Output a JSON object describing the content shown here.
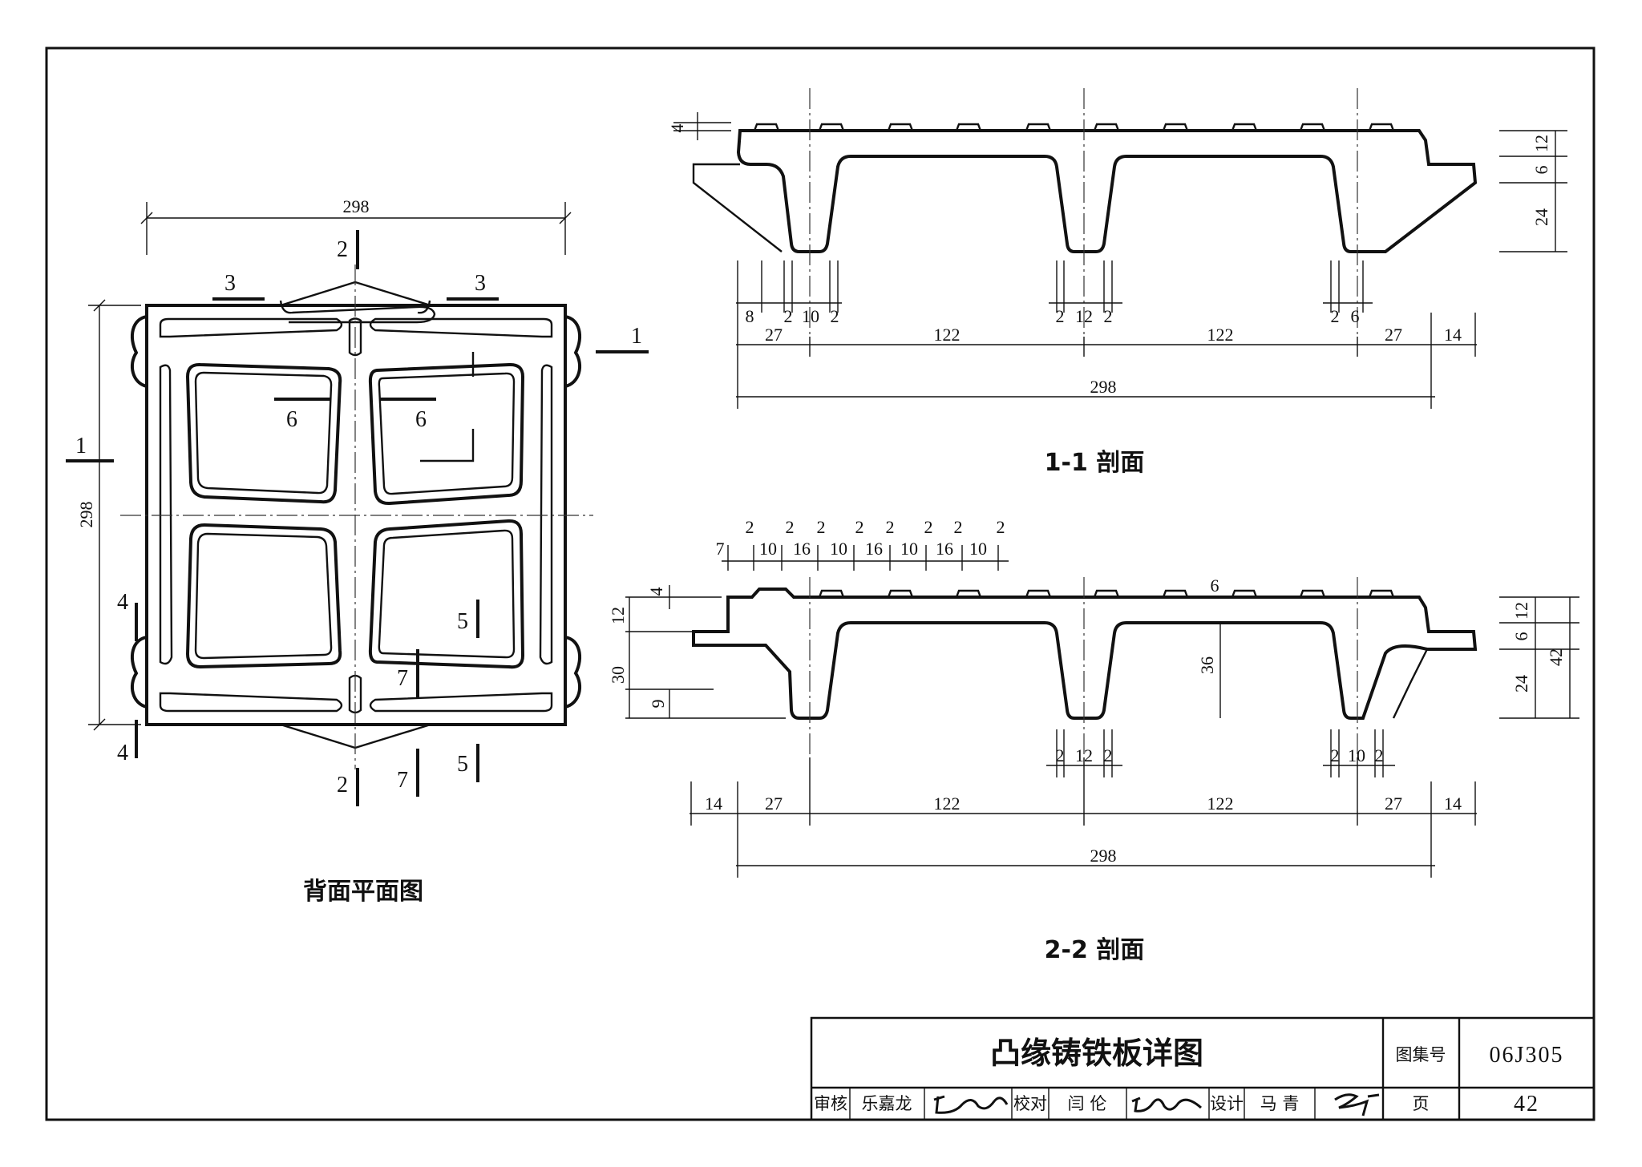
{
  "sheet": {
    "title": "凸缘铸铁板详图",
    "atlas_label": "图集号",
    "atlas_no": "06J305",
    "page_label": "页",
    "page_no": "42",
    "review_label": "审核",
    "reviewer": "乐嘉龙",
    "check_label": "校对",
    "checker": "闫 伦",
    "design_label": "设计",
    "designer": "马 青"
  },
  "plan": {
    "caption": "背面平面图",
    "dim_width": "298",
    "dim_height": "298",
    "cut_labels": [
      "1",
      "1",
      "2",
      "2",
      "3",
      "3",
      "4",
      "4",
      "5",
      "5",
      "6",
      "6",
      "7",
      "7"
    ]
  },
  "section_1": {
    "caption": "1-1 剖面",
    "dims_row1": [
      "8",
      "2",
      "10",
      "2",
      "2",
      "12",
      "2",
      "2",
      "6"
    ],
    "dims_row2": [
      "27",
      "122",
      "122",
      "27",
      "14"
    ],
    "dim_total": "298",
    "right_dims": [
      "12",
      "6",
      "24"
    ],
    "left_dims": [
      "4"
    ]
  },
  "section_2": {
    "caption": "2-2 剖面",
    "top_dims": [
      "7",
      "2",
      "10",
      "2",
      "16",
      "2",
      "10",
      "2",
      "16",
      "2",
      "10",
      "2",
      "16",
      "2",
      "10",
      "2"
    ],
    "left_dims": [
      "4",
      "12",
      "30",
      "9"
    ],
    "inner_dims": [
      "36",
      "6"
    ],
    "right_dims": [
      "12",
      "6",
      "24",
      "42"
    ],
    "dims_row1": [
      "2",
      "12",
      "2",
      "2",
      "10",
      "2"
    ],
    "dims_row2": [
      "14",
      "27",
      "122",
      "122",
      "27",
      "14"
    ],
    "dim_total": "298"
  }
}
